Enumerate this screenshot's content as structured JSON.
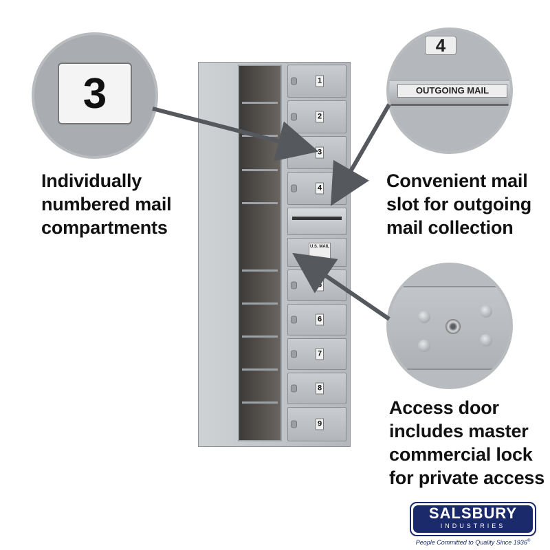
{
  "features": {
    "numbered": "Individually\nnumbered mail\ncompartments",
    "outgoing": "Convenient mail\nslot for outgoing\nmail collection",
    "access": "Access door\nincludes master\ncommercial lock\nfor private access"
  },
  "callouts": {
    "number_card": "3",
    "top_number": "4",
    "outgoing_label": "OUTGOING MAIL"
  },
  "mailbox": {
    "doors": [
      "1",
      "2",
      "3",
      "4",
      "5",
      "6",
      "7",
      "8",
      "9"
    ],
    "usmail_label": "U.S. MAIL"
  },
  "brand": {
    "name": "SALSBURY",
    "subname": "INDUSTRIES",
    "tagline": "People Committed to Quality Since 1936",
    "trademark": "®"
  },
  "colors": {
    "metal": "#b8bcc0",
    "callout_border": "#b9bcbf",
    "text": "#111111",
    "arrow": "#55595d",
    "logo_bg": "#1b2a6b"
  }
}
